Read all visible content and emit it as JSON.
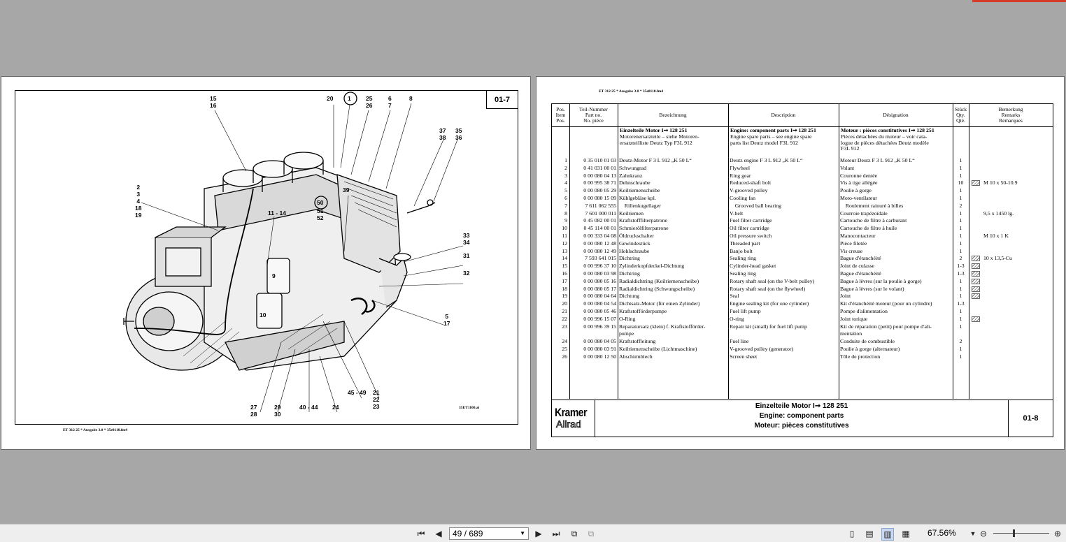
{
  "left_page": {
    "page_no": "01-7",
    "footer": "ET 312 25 * Ausgabe 3.0 * 35e0110.fm4",
    "drawing_ref": "35ET1100.ai",
    "callouts": [
      "15\n16",
      "20",
      "1",
      "25\n26",
      "6\n7",
      "8",
      "37\n38",
      "35\n36",
      "2\n3\n4\n18\n19",
      "39",
      "50",
      "51\n52",
      "11 - 14",
      "33\n34",
      "31",
      "32",
      "9",
      "10",
      "5\n17",
      "45 - 49",
      "21\n22\n23",
      "27\n28",
      "29\n30",
      "40 - 44",
      "24"
    ]
  },
  "right_page": {
    "header": "ET 312 25 * Ausgabe 3.0 * 35e0110.fm4",
    "columns": {
      "pos": "Pos.\nItem\nPos.",
      "part": "Teil-Nummer\nPart no.\nNo. pièce",
      "de": "Bezeichnung",
      "en": "Description",
      "fr": "Désignation",
      "qty": "Stück\nQty.\nQté.",
      "rem": "Bemerkung\nRemarks\nRemarques"
    },
    "section": {
      "de_title": "Einzelteile Motor I➞ 128 251",
      "de_text": "Motorenersatzteile – siehe Motoren-\nersatzteilliste Deutz Typ F3L 912",
      "en_title": "Engine: component parts I➞ 128 251",
      "en_text": "Engine spare parts – see engine spare\nparts list Deutz model F3L 912",
      "fr_title": "Moteur : pièces constitutives I➞ 128 251",
      "fr_text": "Pièces détachées du moteur – voir cata-\nlogue de pièces détachées Deutz modèle\nF3L 912"
    },
    "rows": [
      {
        "pos": "1",
        "part": "0 35 010 01 03",
        "de": "Deutz-Motor F 3 L 912 „K 50 L“",
        "en": "Deutz engine F 3 L 912 „K 50 L“",
        "fr": "Moteur Deutz F 3 L 912 „K 50 L“",
        "qty": "1",
        "rem": ""
      },
      {
        "pos": "2",
        "part": "0 41 031 00 01",
        "de": "Schwungrad",
        "en": "Flywheel",
        "fr": "Volant",
        "qty": "1",
        "rem": ""
      },
      {
        "pos": "3",
        "part": "0 00 080 04 13",
        "de": "Zahnkranz",
        "en": "Ring gear",
        "fr": "Couronne dentée",
        "qty": "1",
        "rem": ""
      },
      {
        "pos": "4",
        "part": "0 00 995 38 71",
        "de": "Dehnschraube",
        "en": "Reduced-shaft bolt",
        "fr": "Vis à tige allégée",
        "qty": "10",
        "rem": "M 10 x 50-10.9"
      },
      {
        "pos": "5",
        "part": "0 00 080 05 29",
        "de": "Keilriemenscheibe",
        "en": "V-grooved pulley",
        "fr": "Poulie à gorge",
        "qty": "1",
        "rem": ""
      },
      {
        "pos": "6",
        "part": "0 00 080 15 09",
        "de": "Kühlgebläse kpl.",
        "en": "Cooling fan",
        "fr": "Moto-ventilateur",
        "qty": "1",
        "rem": ""
      },
      {
        "pos": "7",
        "part": "7 611 062 555",
        "de": "    Rillenkugellager",
        "en": "    Grooved ball bearing",
        "fr": "    Roulement rainuré à billes",
        "qty": "2",
        "rem": ""
      },
      {
        "pos": "8",
        "part": "7 601 000 011",
        "de": "Keilriemen",
        "en": "V-belt",
        "fr": "Courroie trapézoïdale",
        "qty": "1",
        "rem": "9,5 x 1450 lg."
      },
      {
        "pos": "9",
        "part": "0 45 082 00 01",
        "de": "Kraftstofffilterpatrone",
        "en": "Fuel filter cartridge",
        "fr": "Cartouche de filtre à carburant",
        "qty": "1",
        "rem": ""
      },
      {
        "pos": "10",
        "part": "0 45 114 00 01",
        "de": "Schmierölfilterpatrone",
        "en": "Oil filter cartridge",
        "fr": "Cartouche de filtre à huile",
        "qty": "1",
        "rem": ""
      },
      {
        "pos": "11",
        "part": "0 00 333 04 08",
        "de": "Öldruckschalter",
        "en": "Oil pressure switch",
        "fr": "Manocontacteur",
        "qty": "1",
        "rem": "M 10 x 1 K"
      },
      {
        "pos": "12",
        "part": "0 00 080 12 48",
        "de": "Gewindestück",
        "en": "Threaded part",
        "fr": "Pièce filetée",
        "qty": "1",
        "rem": ""
      },
      {
        "pos": "13",
        "part": "0 00 080 12 49",
        "de": "Hohlschraube",
        "en": "Banjo bolt",
        "fr": "Vis creuse",
        "qty": "1",
        "rem": ""
      },
      {
        "pos": "14",
        "part": "7 593 641 015",
        "de": "Dichtring",
        "en": "Sealing ring",
        "fr": "Bague d'étanchéité",
        "qty": "2",
        "rem": "10 x 13,5-Cu"
      },
      {
        "pos": "15",
        "part": "0 00 996 37 10",
        "de": "Zylinderkopfdeckel-Dichtung",
        "en": "Cylinder-head gasket",
        "fr": "Joint de culasse",
        "qty": "1-3",
        "rem": ""
      },
      {
        "pos": "16",
        "part": "0 00 080 03 98",
        "de": "Dichtring",
        "en": "Sealing ring",
        "fr": "Bague d'étanchéité",
        "qty": "1-3",
        "rem": ""
      },
      {
        "pos": "17",
        "part": "0 00 080 05 16",
        "de": "Radialdichtring (Keilriemenscheibe)",
        "en": "Rotary shaft seal (on the V-belt pulley)",
        "fr": "Bague à lèvres (sur la poulie à gorge)",
        "qty": "1",
        "rem": ""
      },
      {
        "pos": "18",
        "part": "0 00 080 05 17",
        "de": "Radialdichtring (Schwungscheibe)",
        "en": "Rotary shaft seal (on the flywheel)",
        "fr": "Bague à lèvres (sur le volant)",
        "qty": "1",
        "rem": ""
      },
      {
        "pos": "19",
        "part": "0 00 080 04 64",
        "de": "Dichtung",
        "en": "Seal",
        "fr": "Joint",
        "qty": "1",
        "rem": ""
      },
      {
        "pos": "20",
        "part": "0 00 080 04 54",
        "de": "Dichtsatz-Motor (für einen Zylinder)",
        "en": "Engine sealing kit (for one cylinder)",
        "fr": "Kit d'étanchéité moteur (pour un cylindre)",
        "qty": "1-3",
        "rem": ""
      },
      {
        "pos": "21",
        "part": "0 00 080 05 46",
        "de": "Kraftstofförderpumpe",
        "en": "Fuel lift pump",
        "fr": "Pompe d'alimentation",
        "qty": "1",
        "rem": ""
      },
      {
        "pos": "22",
        "part": "0 00 996 15 07",
        "de": "O-Ring",
        "en": "O-ring",
        "fr": "Joint torique",
        "qty": "1",
        "rem": ""
      },
      {
        "pos": "23",
        "part": "0 00 996 39 15",
        "de": "Reparatursatz (klein) f. Kraftstofförder-\npumpe",
        "en": "Repair kit (small) for fuel lift pump",
        "fr": "Kit de réparation (petit) pour pompe d'ali-\nmentation",
        "qty": "1",
        "rem": ""
      },
      {
        "pos": "24",
        "part": "0 00 080 04 05",
        "de": "Kraftstoffleitung",
        "en": "Fuel line",
        "fr": "Conduite de combustible",
        "qty": "2",
        "rem": ""
      },
      {
        "pos": "25",
        "part": "0 00 080 03 91",
        "de": "Keilriemenscheibe (Lichtmaschine)",
        "en": "V-grooved pulley (generator)",
        "fr": "Poulie à gorge (alternateur)",
        "qty": "1",
        "rem": ""
      },
      {
        "pos": "26",
        "part": "0 00 080 12 50",
        "de": "Abschirmblech",
        "en": "Screen sheet",
        "fr": "Tôle de protection",
        "qty": "1",
        "rem": ""
      }
    ],
    "footer": {
      "logo_line1": "Kramer",
      "logo_line2": "Allrad",
      "title_de": "Einzelteile Motor I➞ 128 251",
      "title_en": "Engine: component parts",
      "title_fr": "Moteur: pièces constitutives",
      "page_no": "01-8"
    }
  },
  "toolbar": {
    "page_value": "49 / 689",
    "zoom": "67.56%"
  },
  "colors": {
    "background": "#a7a7a7",
    "accent": "#d83a2a",
    "toolbar": "#eeeeee"
  }
}
